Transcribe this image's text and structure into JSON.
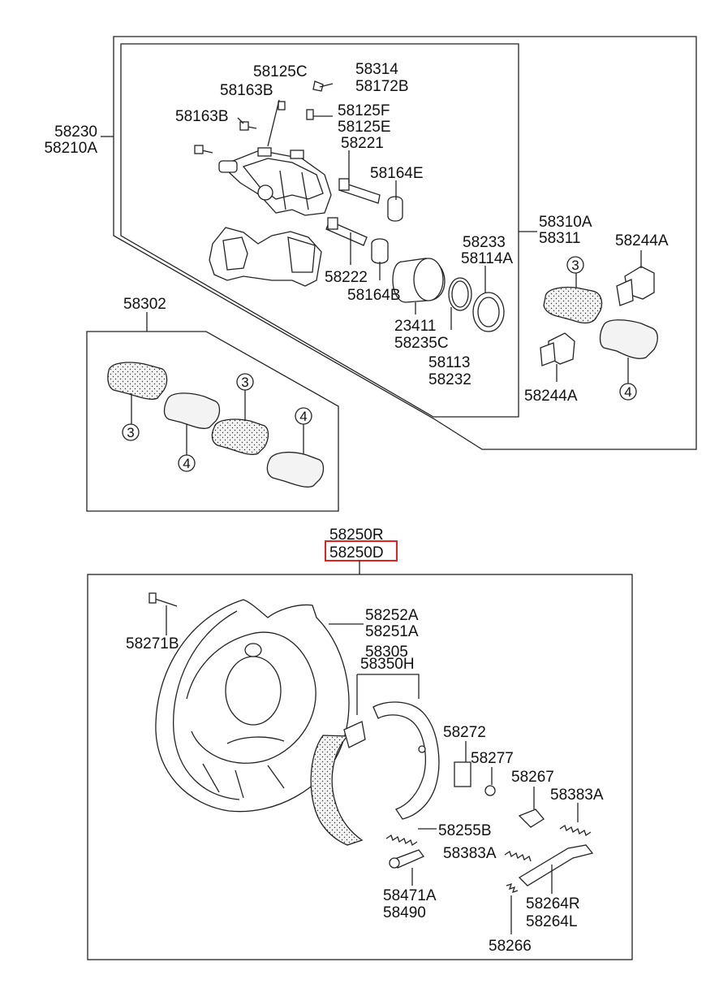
{
  "diagram": {
    "highlight_color": "#e32222",
    "caliper_group": {
      "box_labels": [
        "58230",
        "58210A"
      ],
      "parts": [
        {
          "id": "p1",
          "text": "58125C"
        },
        {
          "id": "p2",
          "text": "58314"
        },
        {
          "id": "p3",
          "text": "58172B"
        },
        {
          "id": "p4",
          "text": "58163B"
        },
        {
          "id": "p5",
          "text": "58163B"
        },
        {
          "id": "p6",
          "text": "58125F"
        },
        {
          "id": "p7",
          "text": "58125E"
        },
        {
          "id": "p8",
          "text": "58221"
        },
        {
          "id": "p9",
          "text": "58164E"
        },
        {
          "id": "p10",
          "text": "58233"
        },
        {
          "id": "p11",
          "text": "58114A"
        },
        {
          "id": "p12",
          "text": "58222"
        },
        {
          "id": "p13",
          "text": "58164B"
        },
        {
          "id": "p14",
          "text": "23411"
        },
        {
          "id": "p15",
          "text": "58235C"
        },
        {
          "id": "p16",
          "text": "58113"
        },
        {
          "id": "p17",
          "text": "58232"
        }
      ]
    },
    "pad_group": {
      "labels": [
        "58310A",
        "58311"
      ],
      "parts": [
        {
          "id": "q1",
          "text": "58244A"
        },
        {
          "id": "q2",
          "text": "58244A"
        }
      ],
      "callouts": [
        "3",
        "4"
      ]
    },
    "pad_kit": {
      "label": "58302",
      "callouts": [
        "3",
        "3",
        "4",
        "4"
      ]
    },
    "parking_brake": {
      "labels": [
        "58250R",
        "58250D"
      ],
      "highlighted": "58250D",
      "parts": [
        {
          "id": "r1",
          "text": "58271B"
        },
        {
          "id": "r2",
          "text": "58252A"
        },
        {
          "id": "r3",
          "text": "58251A"
        },
        {
          "id": "r4",
          "text": "58305"
        },
        {
          "id": "r5",
          "text": "58350H"
        },
        {
          "id": "r6",
          "text": "58272"
        },
        {
          "id": "r7",
          "text": "58277"
        },
        {
          "id": "r8",
          "text": "58267"
        },
        {
          "id": "r9",
          "text": "58383A"
        },
        {
          "id": "r10",
          "text": "58255B"
        },
        {
          "id": "r11",
          "text": "58383A"
        },
        {
          "id": "r12",
          "text": "58471A"
        },
        {
          "id": "r13",
          "text": "58490"
        },
        {
          "id": "r14",
          "text": "58264R"
        },
        {
          "id": "r15",
          "text": "58264L"
        },
        {
          "id": "r16",
          "text": "58266"
        }
      ]
    }
  }
}
